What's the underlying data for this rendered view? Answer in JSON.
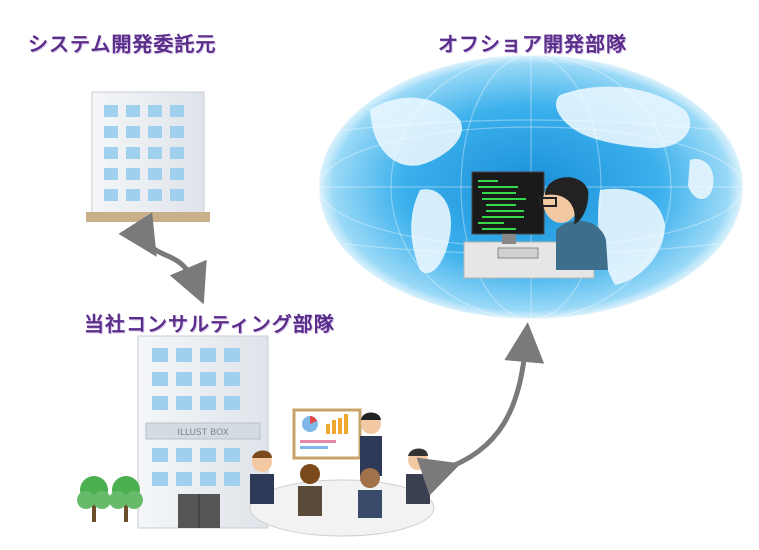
{
  "labels": {
    "client": "システム開発委託元",
    "offshore": "オフショア開発部隊",
    "consulting": "当社コンサルティング部隊"
  },
  "building_sign": "ILLUST BOX"
}
